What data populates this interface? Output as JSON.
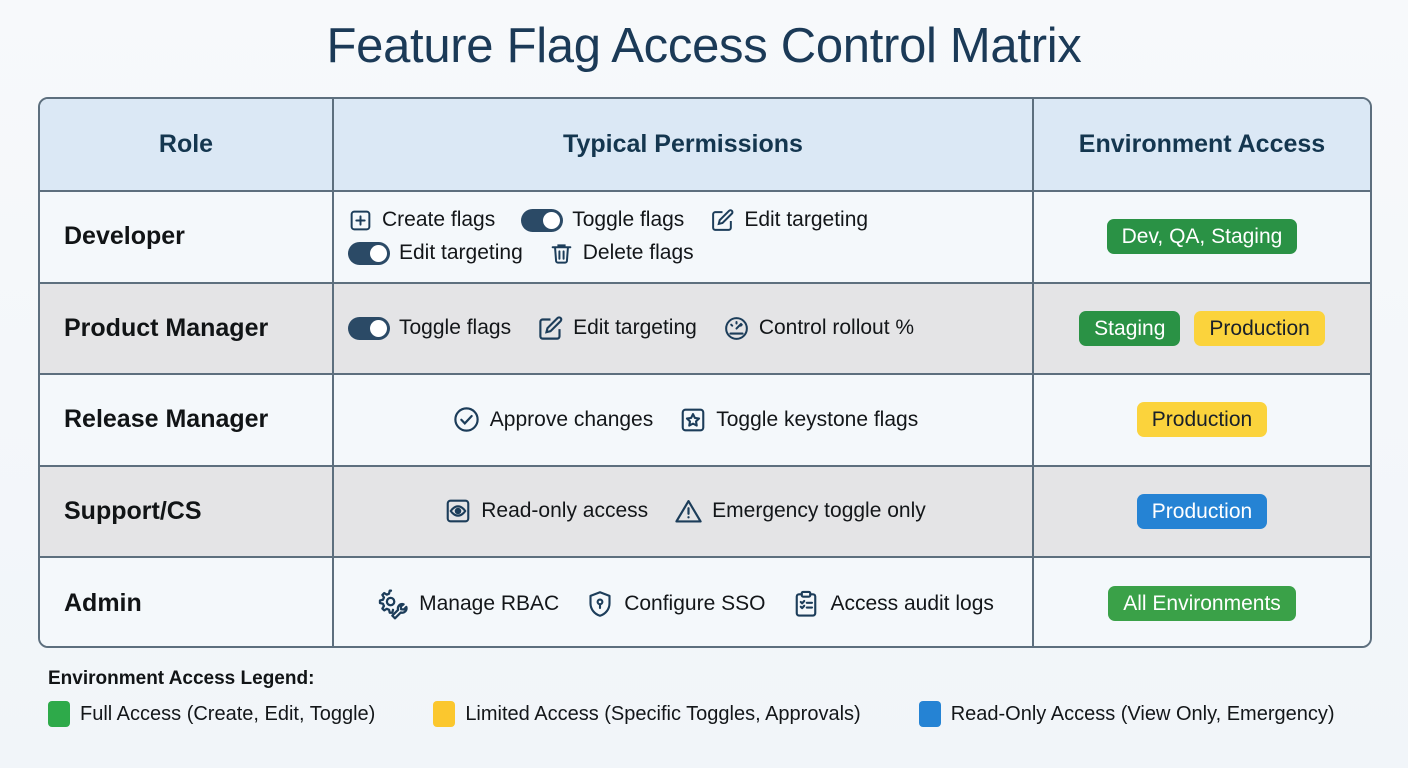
{
  "title": "Feature Flag Access Control Matrix",
  "table": {
    "headers": [
      "Role",
      "Typical Permissions",
      "Environment Access"
    ],
    "rows": [
      {
        "role": "Developer",
        "permissions": [
          {
            "icon": "plus-square-icon",
            "label": "Create flags"
          },
          {
            "icon": "toggle-switch-icon",
            "label": "Toggle flags"
          },
          {
            "icon": "edit-pencil-square-icon",
            "label": "Edit targeting"
          },
          {
            "icon": "toggle-switch-icon",
            "label": "Edit targeting"
          },
          {
            "icon": "trash-icon",
            "label": "Delete flags"
          }
        ],
        "environments": [
          {
            "label": "Dev, QA, Staging",
            "color": "green"
          }
        ]
      },
      {
        "role": "Product Manager",
        "permissions": [
          {
            "icon": "toggle-switch-icon",
            "label": "Toggle flags"
          },
          {
            "icon": "edit-pencil-square-icon",
            "label": "Edit targeting"
          },
          {
            "icon": "gauge-icon",
            "label": "Control rollout %"
          }
        ],
        "environments": [
          {
            "label": "Staging",
            "color": "green"
          },
          {
            "label": "Production",
            "color": "yellow"
          }
        ]
      },
      {
        "role": "Release Manager",
        "permissions": [
          {
            "icon": "check-circle-icon",
            "label": "Approve changes"
          },
          {
            "icon": "star-square-icon",
            "label": "Toggle keystone flags"
          }
        ],
        "environments": [
          {
            "label": "Production",
            "color": "yellow"
          }
        ]
      },
      {
        "role": "Support/CS",
        "permissions": [
          {
            "icon": "eye-square-icon",
            "label": "Read-only access"
          },
          {
            "icon": "warning-triangle-icon",
            "label": "Emergency toggle only"
          }
        ],
        "environments": [
          {
            "label": "Production",
            "color": "blue"
          }
        ]
      },
      {
        "role": "Admin",
        "permissions": [
          {
            "icon": "gear-wrench-icon",
            "label": "Manage RBAC"
          },
          {
            "icon": "shield-lock-icon",
            "label": "Configure SSO"
          },
          {
            "icon": "clipboard-list-icon",
            "label": "Access audit logs"
          }
        ],
        "environments": [
          {
            "label": "All Environments",
            "color": "green2"
          }
        ]
      }
    ]
  },
  "legend": {
    "title": "Environment Access Legend:",
    "items": [
      {
        "color": "green",
        "hex": "#2eaa4a",
        "label": "Full Access (Create, Edit, Toggle)"
      },
      {
        "color": "yellow",
        "hex": "#fbc72e",
        "label": "Limited Access (Specific Toggles, Approvals)"
      },
      {
        "color": "blue",
        "hex": "#2583d4",
        "label": "Read-Only Access (View Only, Emergency)"
      }
    ]
  },
  "colors": {
    "title": "#1b3a57",
    "header_bg": "#dbe8f5",
    "border": "#5d6f7e",
    "row_odd": "#f4f8fb",
    "row_even": "#e4e4e6",
    "icon": "#1c3d5a"
  }
}
